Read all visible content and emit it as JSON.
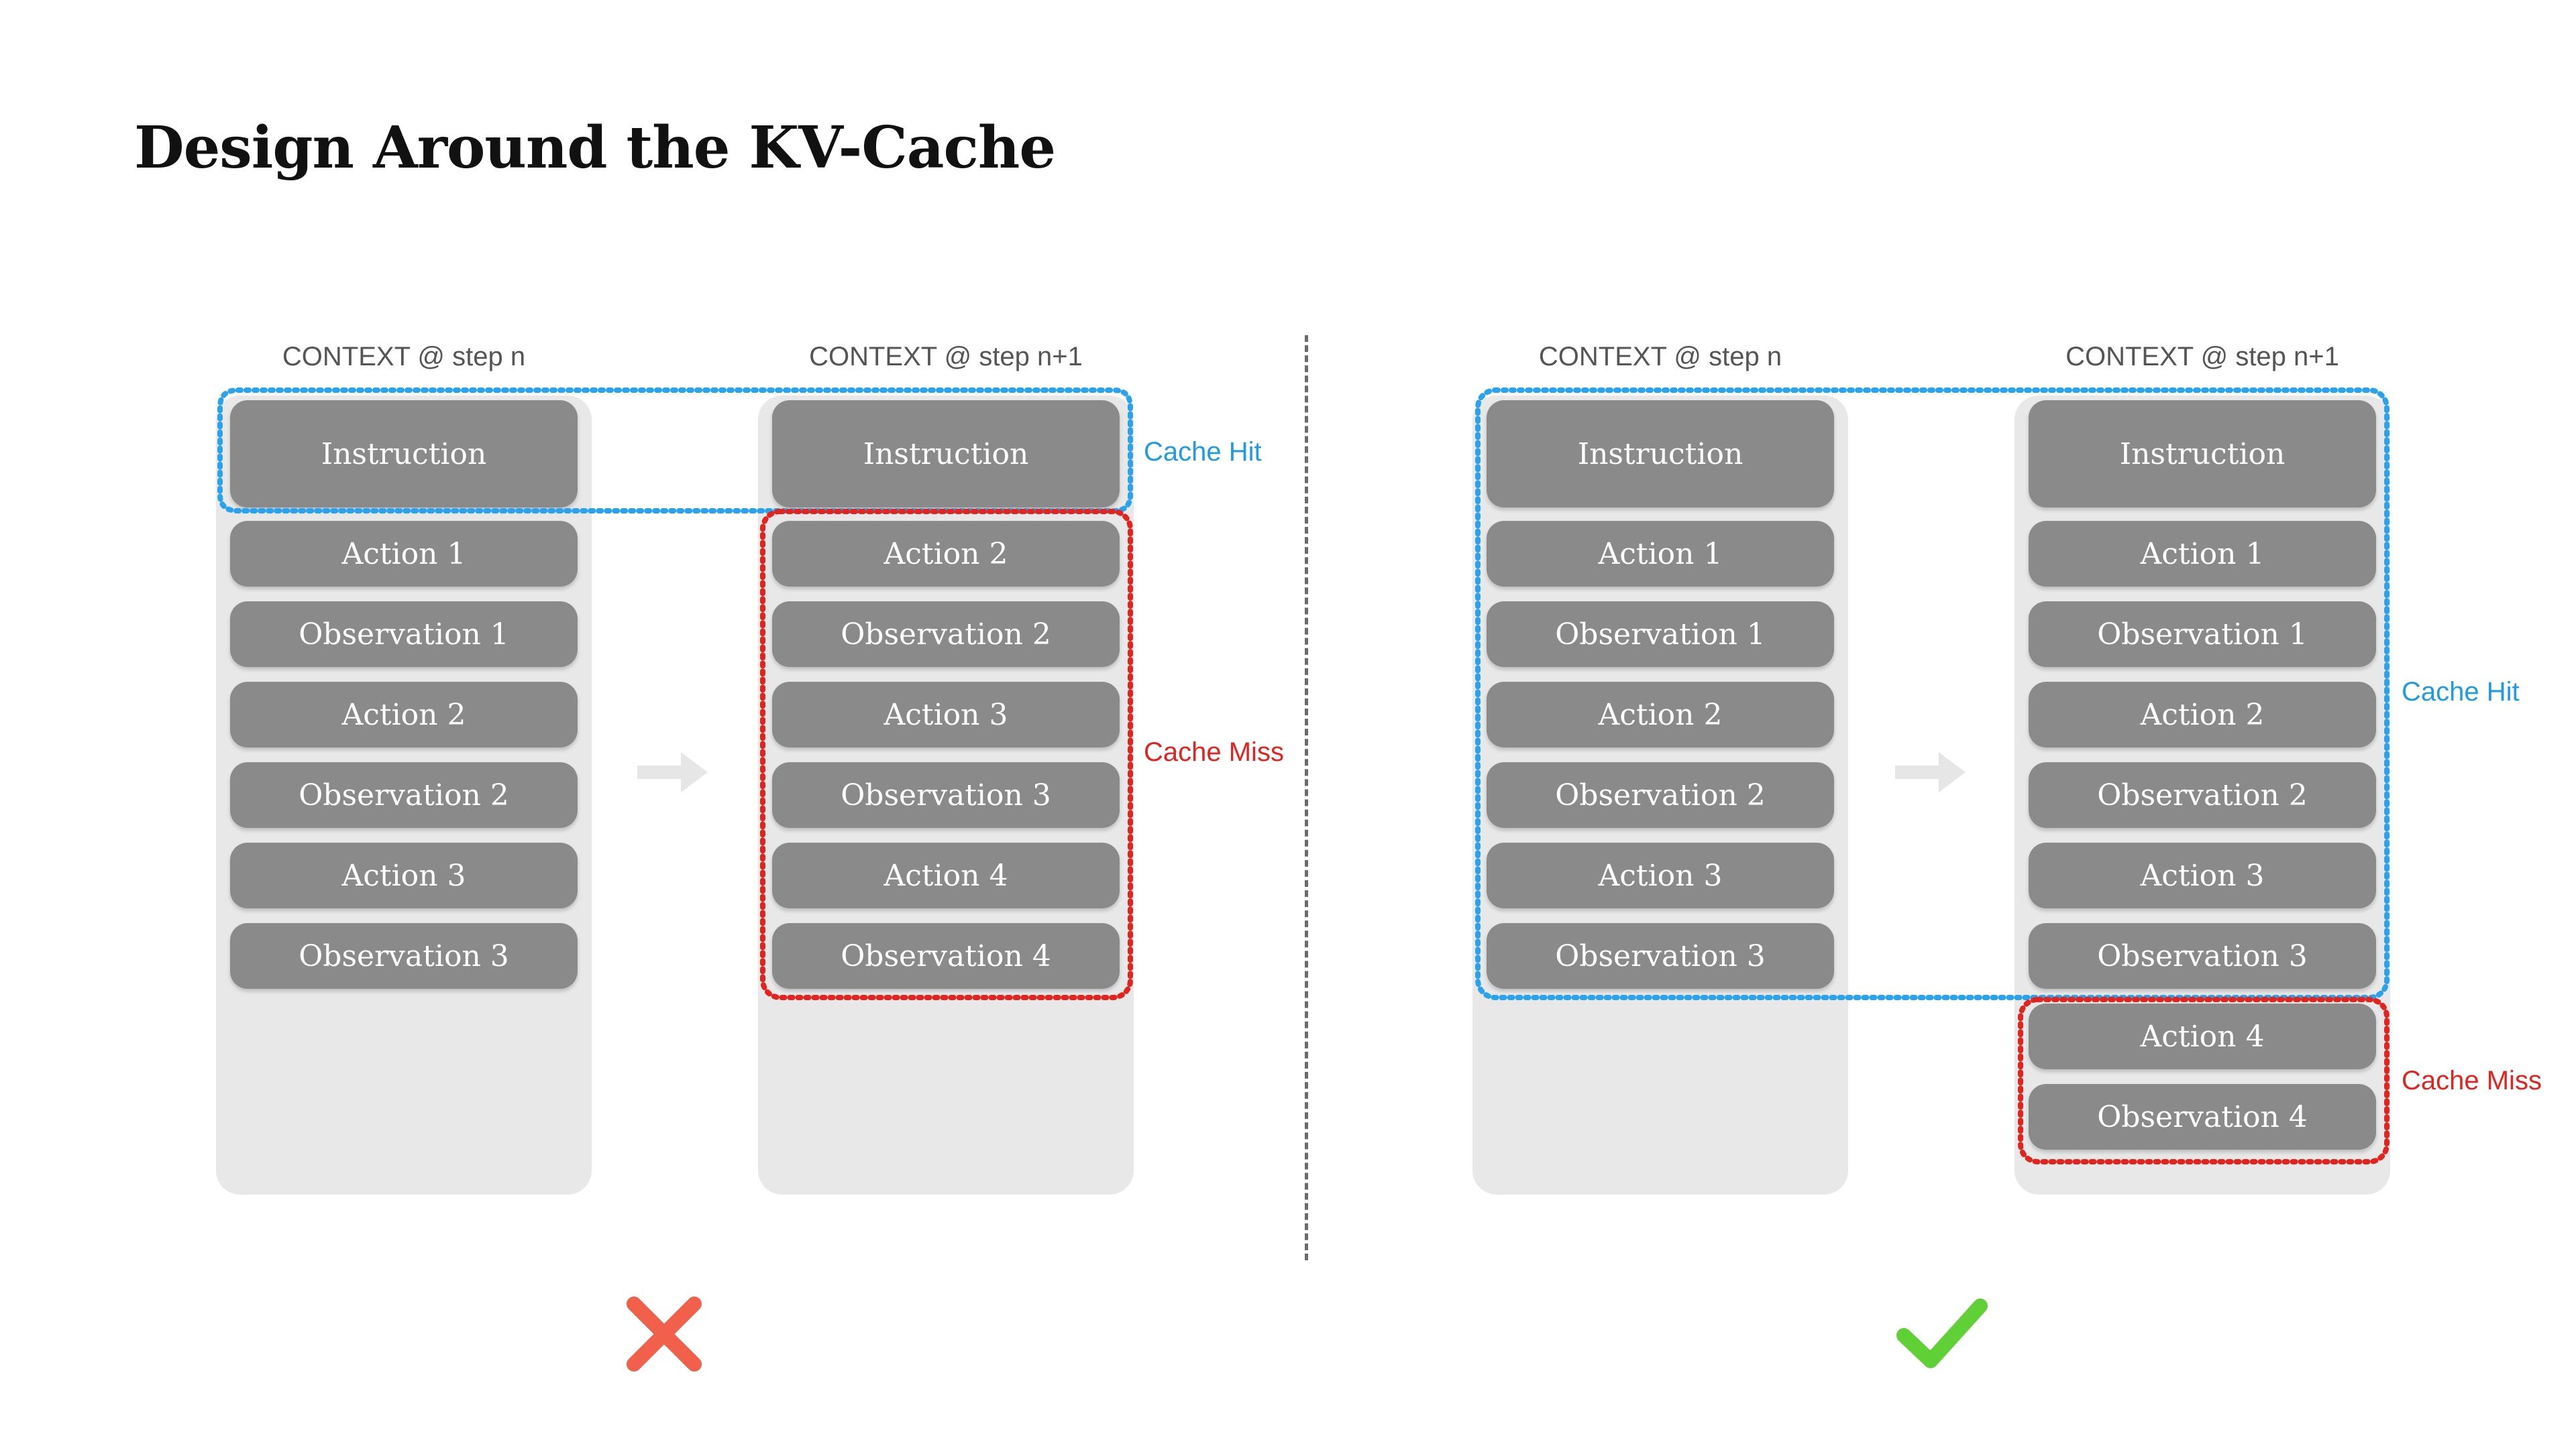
{
  "title": "Design Around the KV-Cache",
  "left": {
    "ctx_n": {
      "label": "CONTEXT @ step n",
      "items": [
        "Instruction",
        "Action 1",
        "Observation 1",
        "Action 2",
        "Observation 2",
        "Action 3",
        "Observation 3"
      ]
    },
    "ctx_n1": {
      "label": "CONTEXT @ step n+1",
      "items": [
        "Instruction",
        "Action 2",
        "Observation 2",
        "Action 3",
        "Observation 3",
        "Action 4",
        "Observation 4"
      ]
    },
    "cache_hit": "Cache Hit",
    "cache_miss": "Cache Miss",
    "verdict_icon": "cross-icon"
  },
  "right": {
    "ctx_n": {
      "label": "CONTEXT @ step n",
      "items": [
        "Instruction",
        "Action 1",
        "Observation 1",
        "Action 2",
        "Observation 2",
        "Action 3",
        "Observation 3"
      ]
    },
    "ctx_n1": {
      "label": "CONTEXT @ step n+1",
      "items": [
        "Instruction",
        "Action 1",
        "Observation 1",
        "Action 2",
        "Observation 2",
        "Action 3",
        "Observation 3",
        "Action 4",
        "Observation 4"
      ]
    },
    "cache_hit": "Cache Hit",
    "cache_miss": "Cache Miss",
    "verdict_icon": "check-icon"
  },
  "colors": {
    "card": "#8a8a8a",
    "panel": "#e8e8e8",
    "cache_hit": "#2aa3ec",
    "cache_miss": "#e3231d",
    "cross": "#f0604a",
    "check": "#5fd136"
  }
}
